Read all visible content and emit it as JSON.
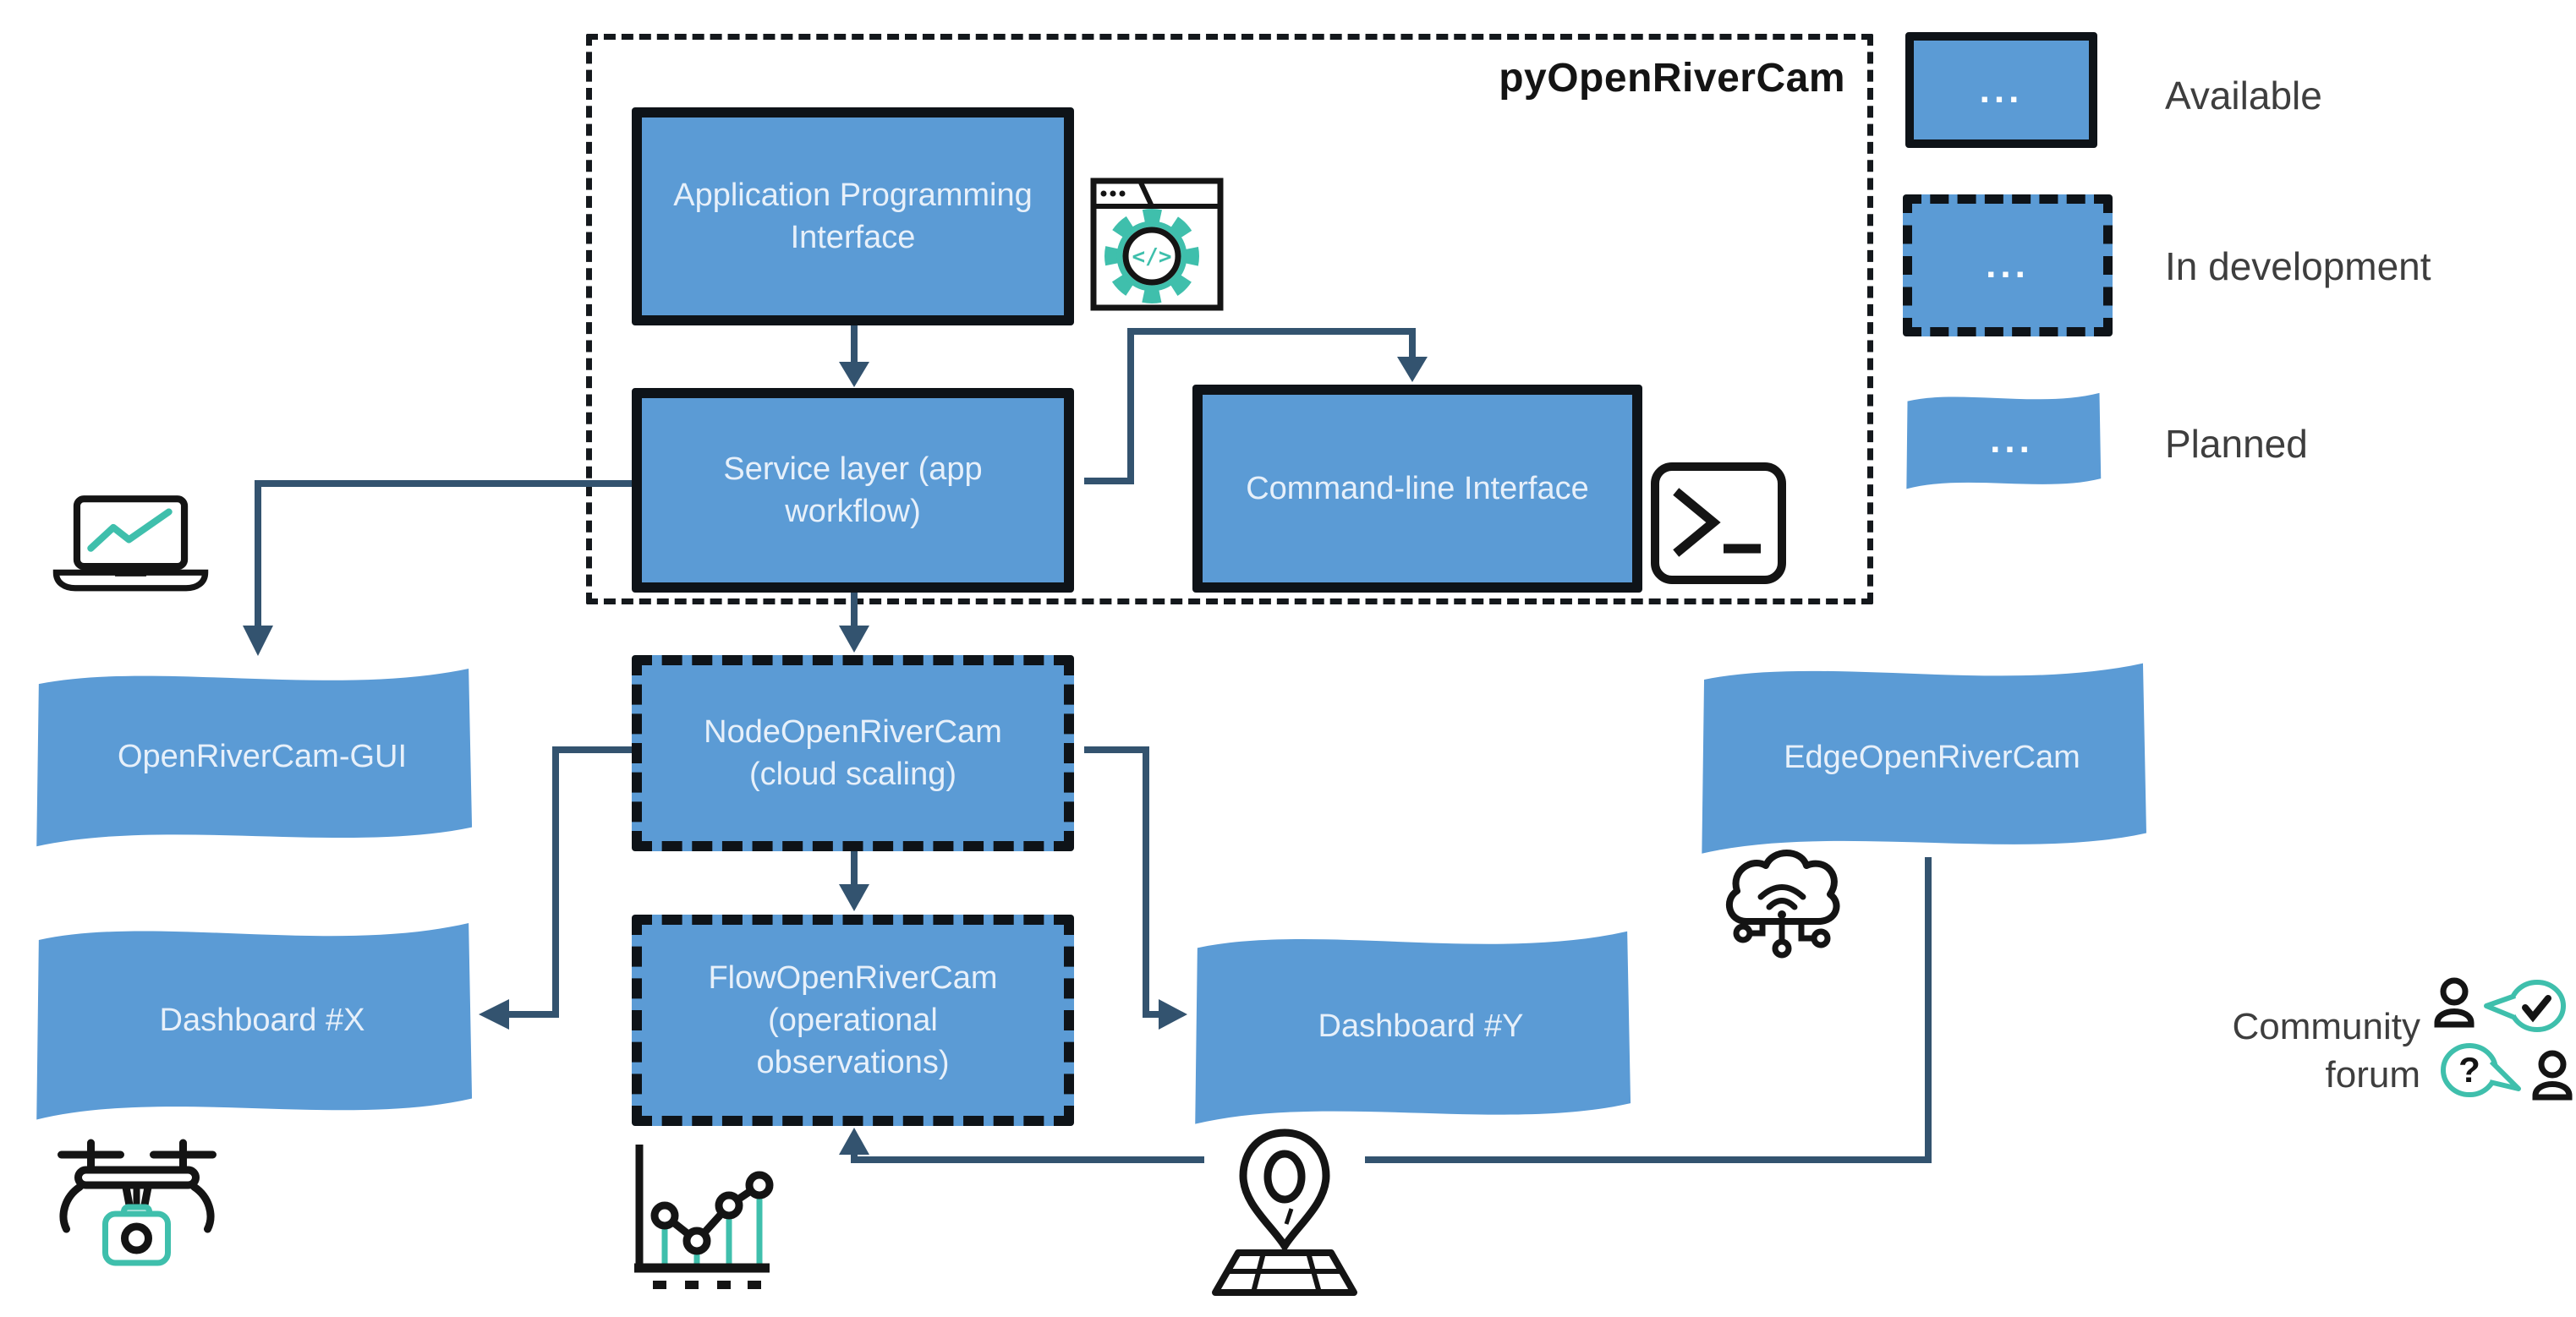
{
  "diagram": {
    "title": "pyOpenRiverCam",
    "boxes": {
      "api": {
        "label": "Application Programming\nInterface",
        "status": "available"
      },
      "service": {
        "label": "Service layer (app\nworkflow)",
        "status": "available"
      },
      "cli": {
        "label": "Command-line Interface",
        "status": "available"
      },
      "node": {
        "label": "NodeOpenRiverCam\n(cloud scaling)",
        "status": "in development"
      },
      "flow": {
        "label": "FlowOpenRiverCam\n(operational\nobservations)",
        "status": "in development"
      },
      "gui": {
        "label": "OpenRiverCam-GUI",
        "status": "planned"
      },
      "dashboard_x": {
        "label": "Dashboard #X",
        "status": "planned"
      },
      "dashboard_y": {
        "label": "Dashboard #Y",
        "status": "planned"
      },
      "edge": {
        "label": "EdgeOpenRiverCam",
        "status": "planned"
      }
    },
    "legend": {
      "items": [
        {
          "label": "Available",
          "placeholder": "...",
          "swatch": "solid-border-box"
        },
        {
          "label": "In development",
          "placeholder": "...",
          "swatch": "dashed-border-box"
        },
        {
          "label": "Planned",
          "placeholder": "...",
          "swatch": "wavy-flag"
        }
      ]
    },
    "community": {
      "label": "Community\nforum"
    },
    "icons": [
      "laptop-chart-icon",
      "browser-gear-code-icon",
      "terminal-icon",
      "cloud-network-icon",
      "drone-camera-icon",
      "scatter-chart-icon",
      "map-pin-icon",
      "community-forum-icon"
    ],
    "colors": {
      "box_fill": "#5B9BD5",
      "box_border": "#0E1318",
      "connector": "#33536F",
      "teal_accent": "#3FBFAC",
      "box_text": "#E7F0FA",
      "annotation_text": "#3E3E3E"
    }
  }
}
